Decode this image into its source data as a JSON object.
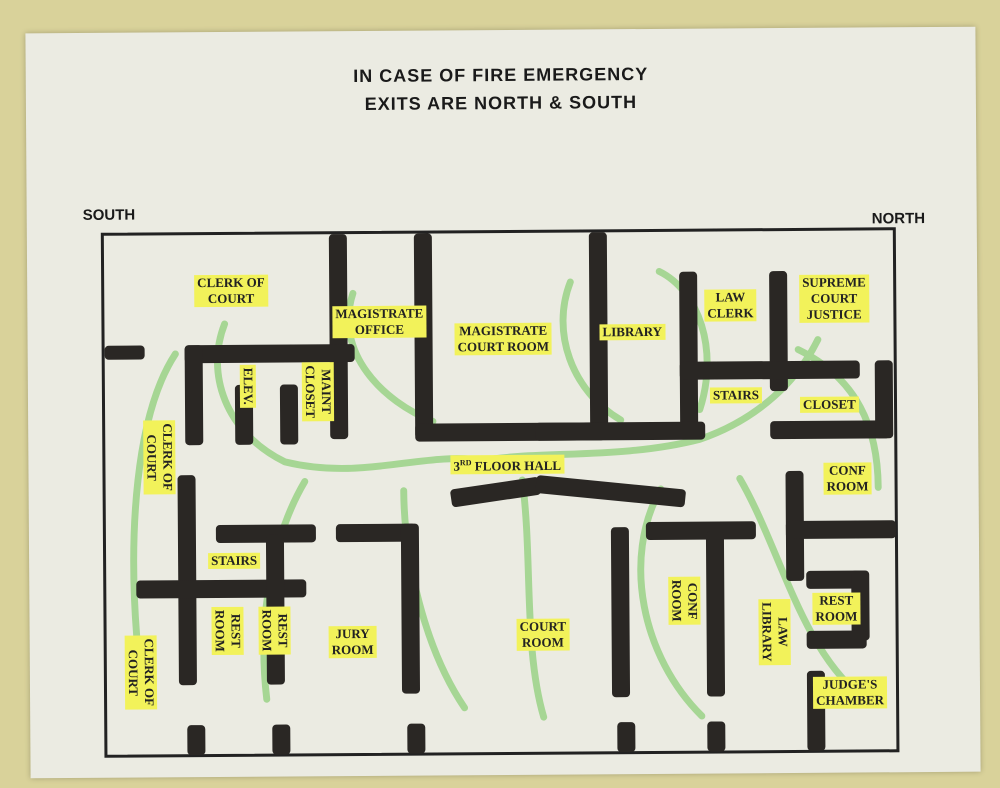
{
  "header": {
    "line1": "IN CASE OF FIRE EMERGENCY",
    "line2": "EXITS ARE NORTH & SOUTH"
  },
  "directions": {
    "south": "SOUTH",
    "north": "NORTH"
  },
  "rooms": {
    "clerk_of_court_top": "CLERK OF\nCOURT",
    "magistrate_office": "MAGISTRATE\nOFFICE",
    "magistrate_court_room": "MAGISTRATE\nCOURT ROOM",
    "library": "LIBRARY",
    "law_clerk": "LAW\nCLERK",
    "supreme_court_justice": "SUPREME\nCOURT\nJUSTICE",
    "elevator": "ELEV.",
    "maint_closet": "MAINT\nCLOSET",
    "stairs_north": "STAIRS",
    "closet": "CLOSET",
    "clerk_of_court_left": "CLERK OF\nCOURT",
    "floor_hall_prefix": "3",
    "floor_hall_sup": "RD",
    "floor_hall_text": " FLOOR HALL",
    "conf_room_right": "CONF\nROOM",
    "stairs_south": "STAIRS",
    "rest_room_a": "REST\nROOM",
    "rest_room_b": "REST\nROOM",
    "jury_room": "JURY\nROOM",
    "court_room": "COURT\nROOM",
    "conf_room_mid": "CONF\nROOM",
    "law_library": "LAW\nLIBRARY",
    "rest_room_right": "REST\nROOM",
    "clerk_of_court_bottom": "CLERK OF\nCOURT",
    "judges_chamber": "JUDGE'S\nCHAMBER"
  },
  "colors": {
    "highlight": "#f2f25a",
    "wall": "#2a2724",
    "route": "#8fcf7a",
    "paper": "#ebebe2",
    "wall_backdrop": "#d9d29a"
  }
}
